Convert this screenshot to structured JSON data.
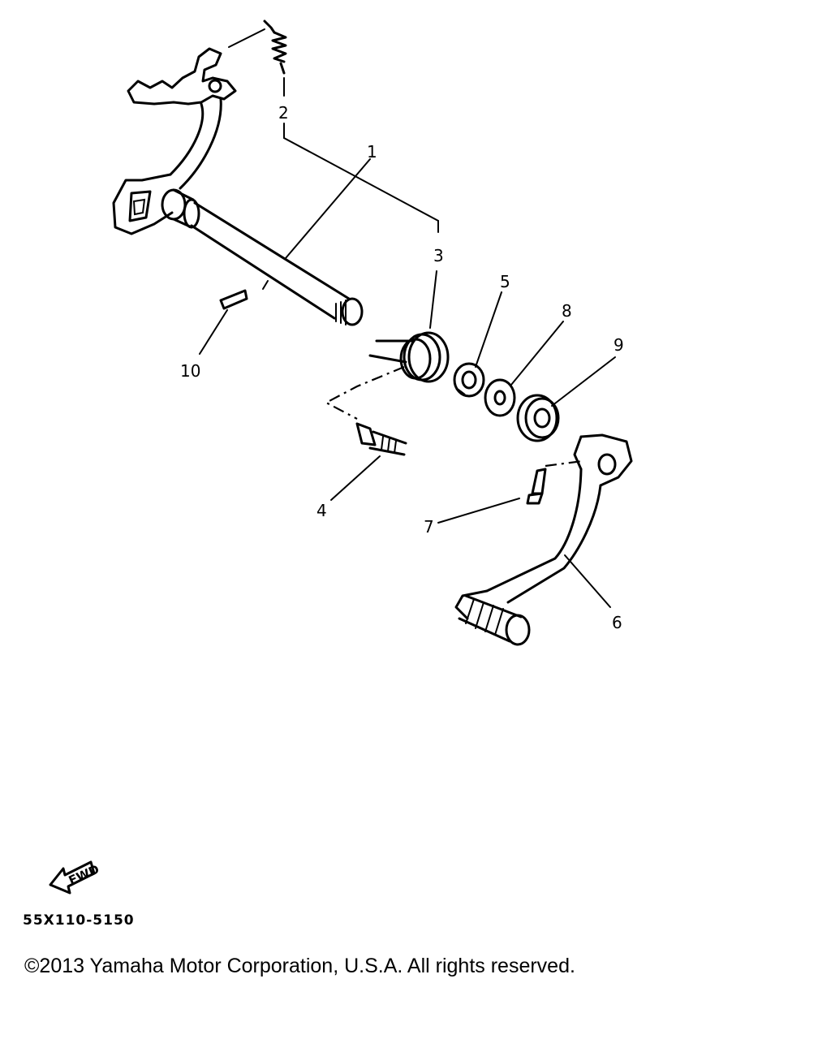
{
  "diagram": {
    "callouts": [
      {
        "id": "1",
        "label": "1"
      },
      {
        "id": "2",
        "label": "2"
      },
      {
        "id": "3",
        "label": "3"
      },
      {
        "id": "4",
        "label": "4"
      },
      {
        "id": "5",
        "label": "5"
      },
      {
        "id": "6",
        "label": "6"
      },
      {
        "id": "7",
        "label": "7"
      },
      {
        "id": "8",
        "label": "8"
      },
      {
        "id": "9",
        "label": "9"
      },
      {
        "id": "10",
        "label": "10"
      }
    ],
    "fwd_label": "FWD"
  },
  "footer": {
    "drawing_code": "55X110-5150",
    "copyright": "©2013 Yamaha Motor Corporation, U.S.A. All rights reserved."
  }
}
